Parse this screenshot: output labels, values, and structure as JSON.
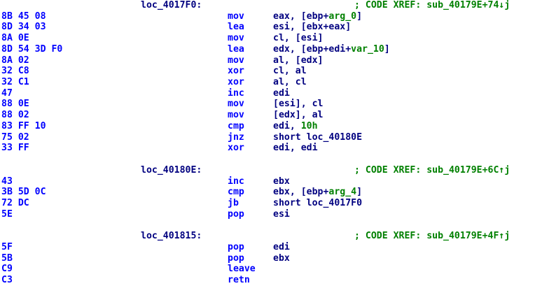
{
  "colors": {
    "background": "#ffffff",
    "bytes_and_mnemonics": "#0000ff",
    "operands_and_labels": "#000080",
    "symbols_and_comments": "#008000"
  },
  "listing": {
    "lines": [
      {
        "type": "label",
        "label": "loc_4017F0:",
        "comment": "; CODE XREF: sub_40179E+74↓j"
      },
      {
        "type": "insn",
        "bytes": "8B 45 08",
        "mnemonic": "mov",
        "operands": [
          {
            "t": "eax, [ebp+",
            "c": "plain"
          },
          {
            "t": "arg_0",
            "c": "sym"
          },
          {
            "t": "]",
            "c": "plain"
          }
        ]
      },
      {
        "type": "insn",
        "bytes": "8D 34 03",
        "mnemonic": "lea",
        "operands": [
          {
            "t": "esi, [ebx+eax]",
            "c": "plain"
          }
        ]
      },
      {
        "type": "insn",
        "bytes": "8A 0E",
        "mnemonic": "mov",
        "operands": [
          {
            "t": "cl, [esi]",
            "c": "plain"
          }
        ]
      },
      {
        "type": "insn",
        "bytes": "8D 54 3D F0",
        "mnemonic": "lea",
        "operands": [
          {
            "t": "edx, [ebp+edi+",
            "c": "plain"
          },
          {
            "t": "var_10",
            "c": "sym"
          },
          {
            "t": "]",
            "c": "plain"
          }
        ]
      },
      {
        "type": "insn",
        "bytes": "8A 02",
        "mnemonic": "mov",
        "operands": [
          {
            "t": "al, [edx]",
            "c": "plain"
          }
        ]
      },
      {
        "type": "insn",
        "bytes": "32 C8",
        "mnemonic": "xor",
        "operands": [
          {
            "t": "cl, al",
            "c": "plain"
          }
        ]
      },
      {
        "type": "insn",
        "bytes": "32 C1",
        "mnemonic": "xor",
        "operands": [
          {
            "t": "al, cl",
            "c": "plain"
          }
        ]
      },
      {
        "type": "insn",
        "bytes": "47",
        "mnemonic": "inc",
        "operands": [
          {
            "t": "edi",
            "c": "plain"
          }
        ]
      },
      {
        "type": "insn",
        "bytes": "88 0E",
        "mnemonic": "mov",
        "operands": [
          {
            "t": "[esi], cl",
            "c": "plain"
          }
        ]
      },
      {
        "type": "insn",
        "bytes": "88 02",
        "mnemonic": "mov",
        "operands": [
          {
            "t": "[edx], al",
            "c": "plain"
          }
        ]
      },
      {
        "type": "insn",
        "bytes": "83 FF 10",
        "mnemonic": "cmp",
        "operands": [
          {
            "t": "edi, ",
            "c": "plain"
          },
          {
            "t": "10h",
            "c": "imm"
          }
        ]
      },
      {
        "type": "insn",
        "bytes": "75 02",
        "mnemonic": "jnz",
        "operands": [
          {
            "t": "short ",
            "c": "plain"
          },
          {
            "t": "loc_40180E",
            "c": "ref"
          }
        ]
      },
      {
        "type": "insn",
        "bytes": "33 FF",
        "mnemonic": "xor",
        "operands": [
          {
            "t": "edi, edi",
            "c": "plain"
          }
        ]
      },
      {
        "type": "blank"
      },
      {
        "type": "label",
        "label": "loc_40180E:",
        "comment": "; CODE XREF: sub_40179E+6C↑j"
      },
      {
        "type": "insn",
        "bytes": "43",
        "mnemonic": "inc",
        "operands": [
          {
            "t": "ebx",
            "c": "plain"
          }
        ]
      },
      {
        "type": "insn",
        "bytes": "3B 5D 0C",
        "mnemonic": "cmp",
        "operands": [
          {
            "t": "ebx, [ebp+",
            "c": "plain"
          },
          {
            "t": "arg_4",
            "c": "sym"
          },
          {
            "t": "]",
            "c": "plain"
          }
        ]
      },
      {
        "type": "insn",
        "bytes": "72 DC",
        "mnemonic": "jb",
        "operands": [
          {
            "t": "short ",
            "c": "plain"
          },
          {
            "t": "loc_4017F0",
            "c": "ref"
          }
        ]
      },
      {
        "type": "insn",
        "bytes": "5E",
        "mnemonic": "pop",
        "operands": [
          {
            "t": "esi",
            "c": "plain"
          }
        ]
      },
      {
        "type": "blank"
      },
      {
        "type": "label",
        "label": "loc_401815:",
        "comment": "; CODE XREF: sub_40179E+4F↑j"
      },
      {
        "type": "insn",
        "bytes": "5F",
        "mnemonic": "pop",
        "operands": [
          {
            "t": "edi",
            "c": "plain"
          }
        ]
      },
      {
        "type": "insn",
        "bytes": "5B",
        "mnemonic": "pop",
        "operands": [
          {
            "t": "ebx",
            "c": "plain"
          }
        ]
      },
      {
        "type": "insn",
        "bytes": "C9",
        "mnemonic": "leave",
        "operands": []
      },
      {
        "type": "insn",
        "bytes": "C3",
        "mnemonic": "retn",
        "operands": []
      }
    ]
  }
}
